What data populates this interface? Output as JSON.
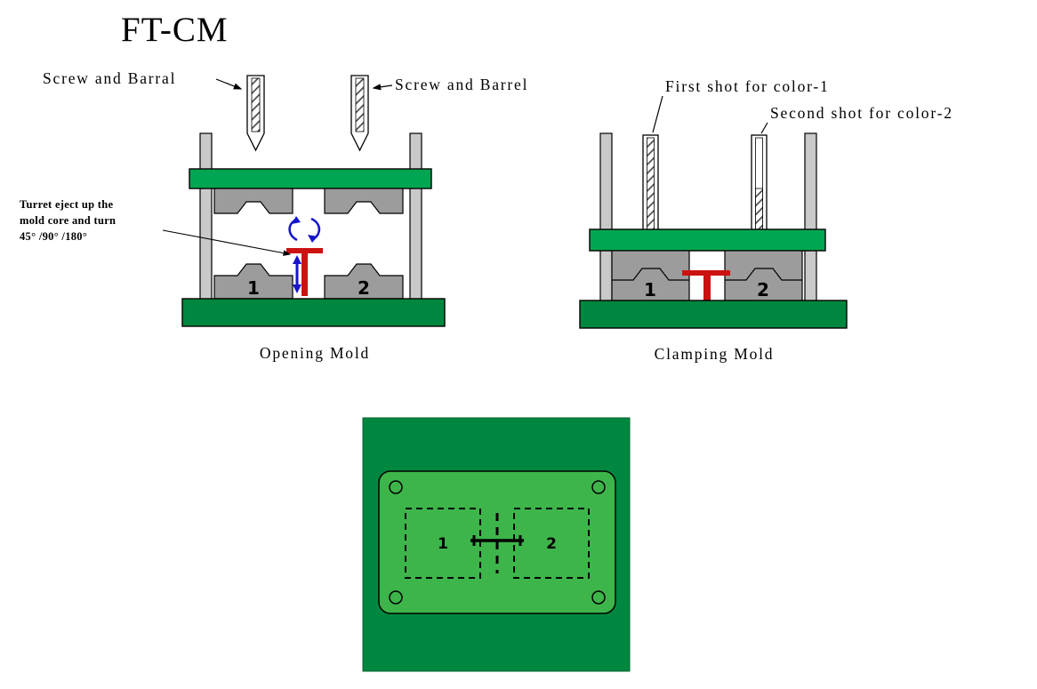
{
  "title": "FT-CM",
  "colors": {
    "plate_green": "#00A651",
    "base_green": "#00873F",
    "inner_plate_green": "#3DB54A",
    "mold_gray": "#9C9C9C",
    "tie_bar_gray": "#C9C9C9",
    "turret_red": "#CC1111",
    "arrow_blue": "#1515CC",
    "note_red": "#802000"
  },
  "opening_mold": {
    "caption": "Opening Mold",
    "left_screw_label": "Screw and Barral",
    "right_screw_label": "Screw and Barrel",
    "note_line1": "Turret eject up the",
    "note_line2": "mold core and turn",
    "note_line3": "45° /90° /180°",
    "cavity1": "1",
    "cavity2": "2"
  },
  "clamping_mold": {
    "caption": "Clamping Mold",
    "first_shot_label": "First shot for color-1",
    "second_shot_label": "Second shot for color-2",
    "cavity1": "1",
    "cavity2": "2"
  },
  "plate_view": {
    "cavity1": "1",
    "cavity2": "2"
  }
}
